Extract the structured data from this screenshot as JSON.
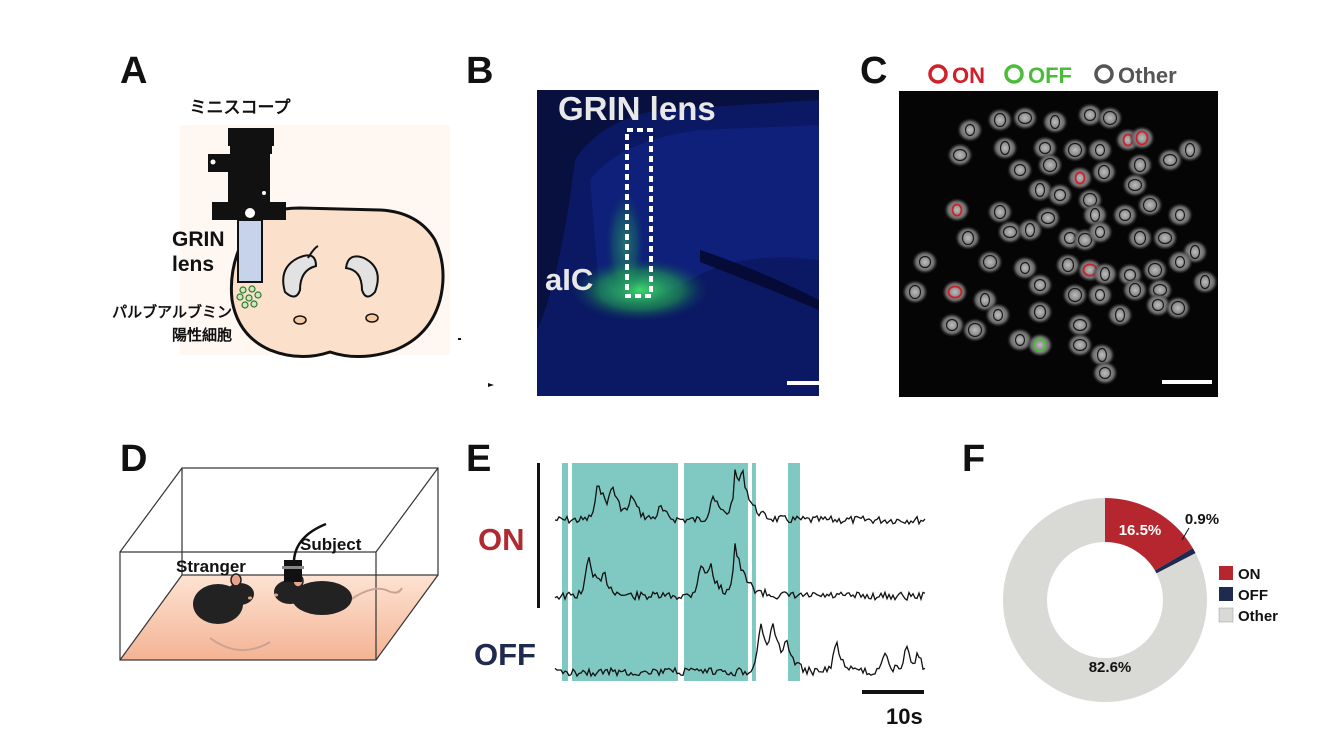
{
  "panels": {
    "A": {
      "letter": "A",
      "miniscope_label": "ミニスコープ",
      "grin_label_line1": "GRIN",
      "grin_label_line2": "lens",
      "cells_label_line1": "パルブアルブミン",
      "cells_label_line2": "陽性細胞"
    },
    "B": {
      "letter": "B",
      "grin_text": "GRIN lens",
      "region_text": "aIC"
    },
    "C": {
      "letter": "C",
      "legend": [
        {
          "label": "ON",
          "color": "#d0202a"
        },
        {
          "label": "OFF",
          "color": "#4cbb3a"
        },
        {
          "label": "Other",
          "color": "#555555"
        }
      ]
    },
    "D": {
      "letter": "D",
      "stranger_label": "Stranger",
      "subject_label": "Subject"
    },
    "E": {
      "letter": "E",
      "on_label": "ON",
      "off_label": "OFF",
      "scale_label": "10s",
      "on_color": "#b02a30",
      "off_color": "#1f2a4f",
      "highlight_color": "#7fc9c2"
    },
    "F": {
      "letter": "F"
    }
  },
  "chart_data": {
    "type": "pie",
    "donut": true,
    "categories": [
      "ON",
      "OFF",
      "Other"
    ],
    "values": [
      16.5,
      0.9,
      82.6
    ],
    "labels": [
      "16.5%",
      "0.9%",
      "82.6%"
    ],
    "colors": [
      "#b5262e",
      "#1f2a4f",
      "#d9d9d6"
    ],
    "legend": [
      "ON",
      "OFF",
      "Other"
    ],
    "legend_position": "right"
  }
}
